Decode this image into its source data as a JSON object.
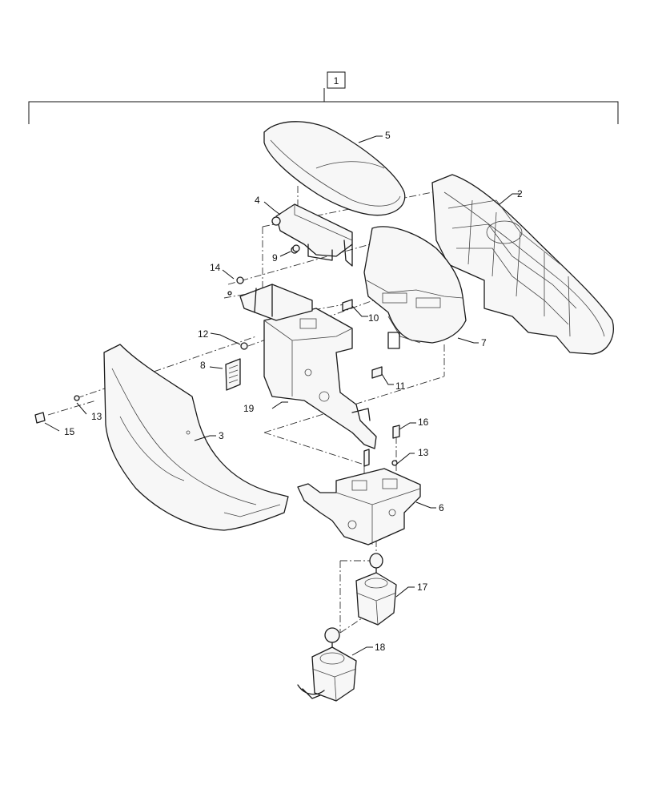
{
  "diagram": {
    "assembly_callout": "1",
    "callouts": [
      {
        "id": "c2",
        "label": "2"
      },
      {
        "id": "c3",
        "label": "3"
      },
      {
        "id": "c4",
        "label": "4"
      },
      {
        "id": "c5",
        "label": "5"
      },
      {
        "id": "c6",
        "label": "6"
      },
      {
        "id": "c7",
        "label": "7"
      },
      {
        "id": "c8",
        "label": "8"
      },
      {
        "id": "c9",
        "label": "9"
      },
      {
        "id": "c10",
        "label": "10"
      },
      {
        "id": "c11",
        "label": "11"
      },
      {
        "id": "c12",
        "label": "12"
      },
      {
        "id": "c13a",
        "label": "13"
      },
      {
        "id": "c13b",
        "label": "13"
      },
      {
        "id": "c14",
        "label": "14"
      },
      {
        "id": "c15",
        "label": "15"
      },
      {
        "id": "c16",
        "label": "16"
      },
      {
        "id": "c17",
        "label": "17"
      },
      {
        "id": "c18",
        "label": "18"
      },
      {
        "id": "c19",
        "label": "19"
      }
    ]
  }
}
